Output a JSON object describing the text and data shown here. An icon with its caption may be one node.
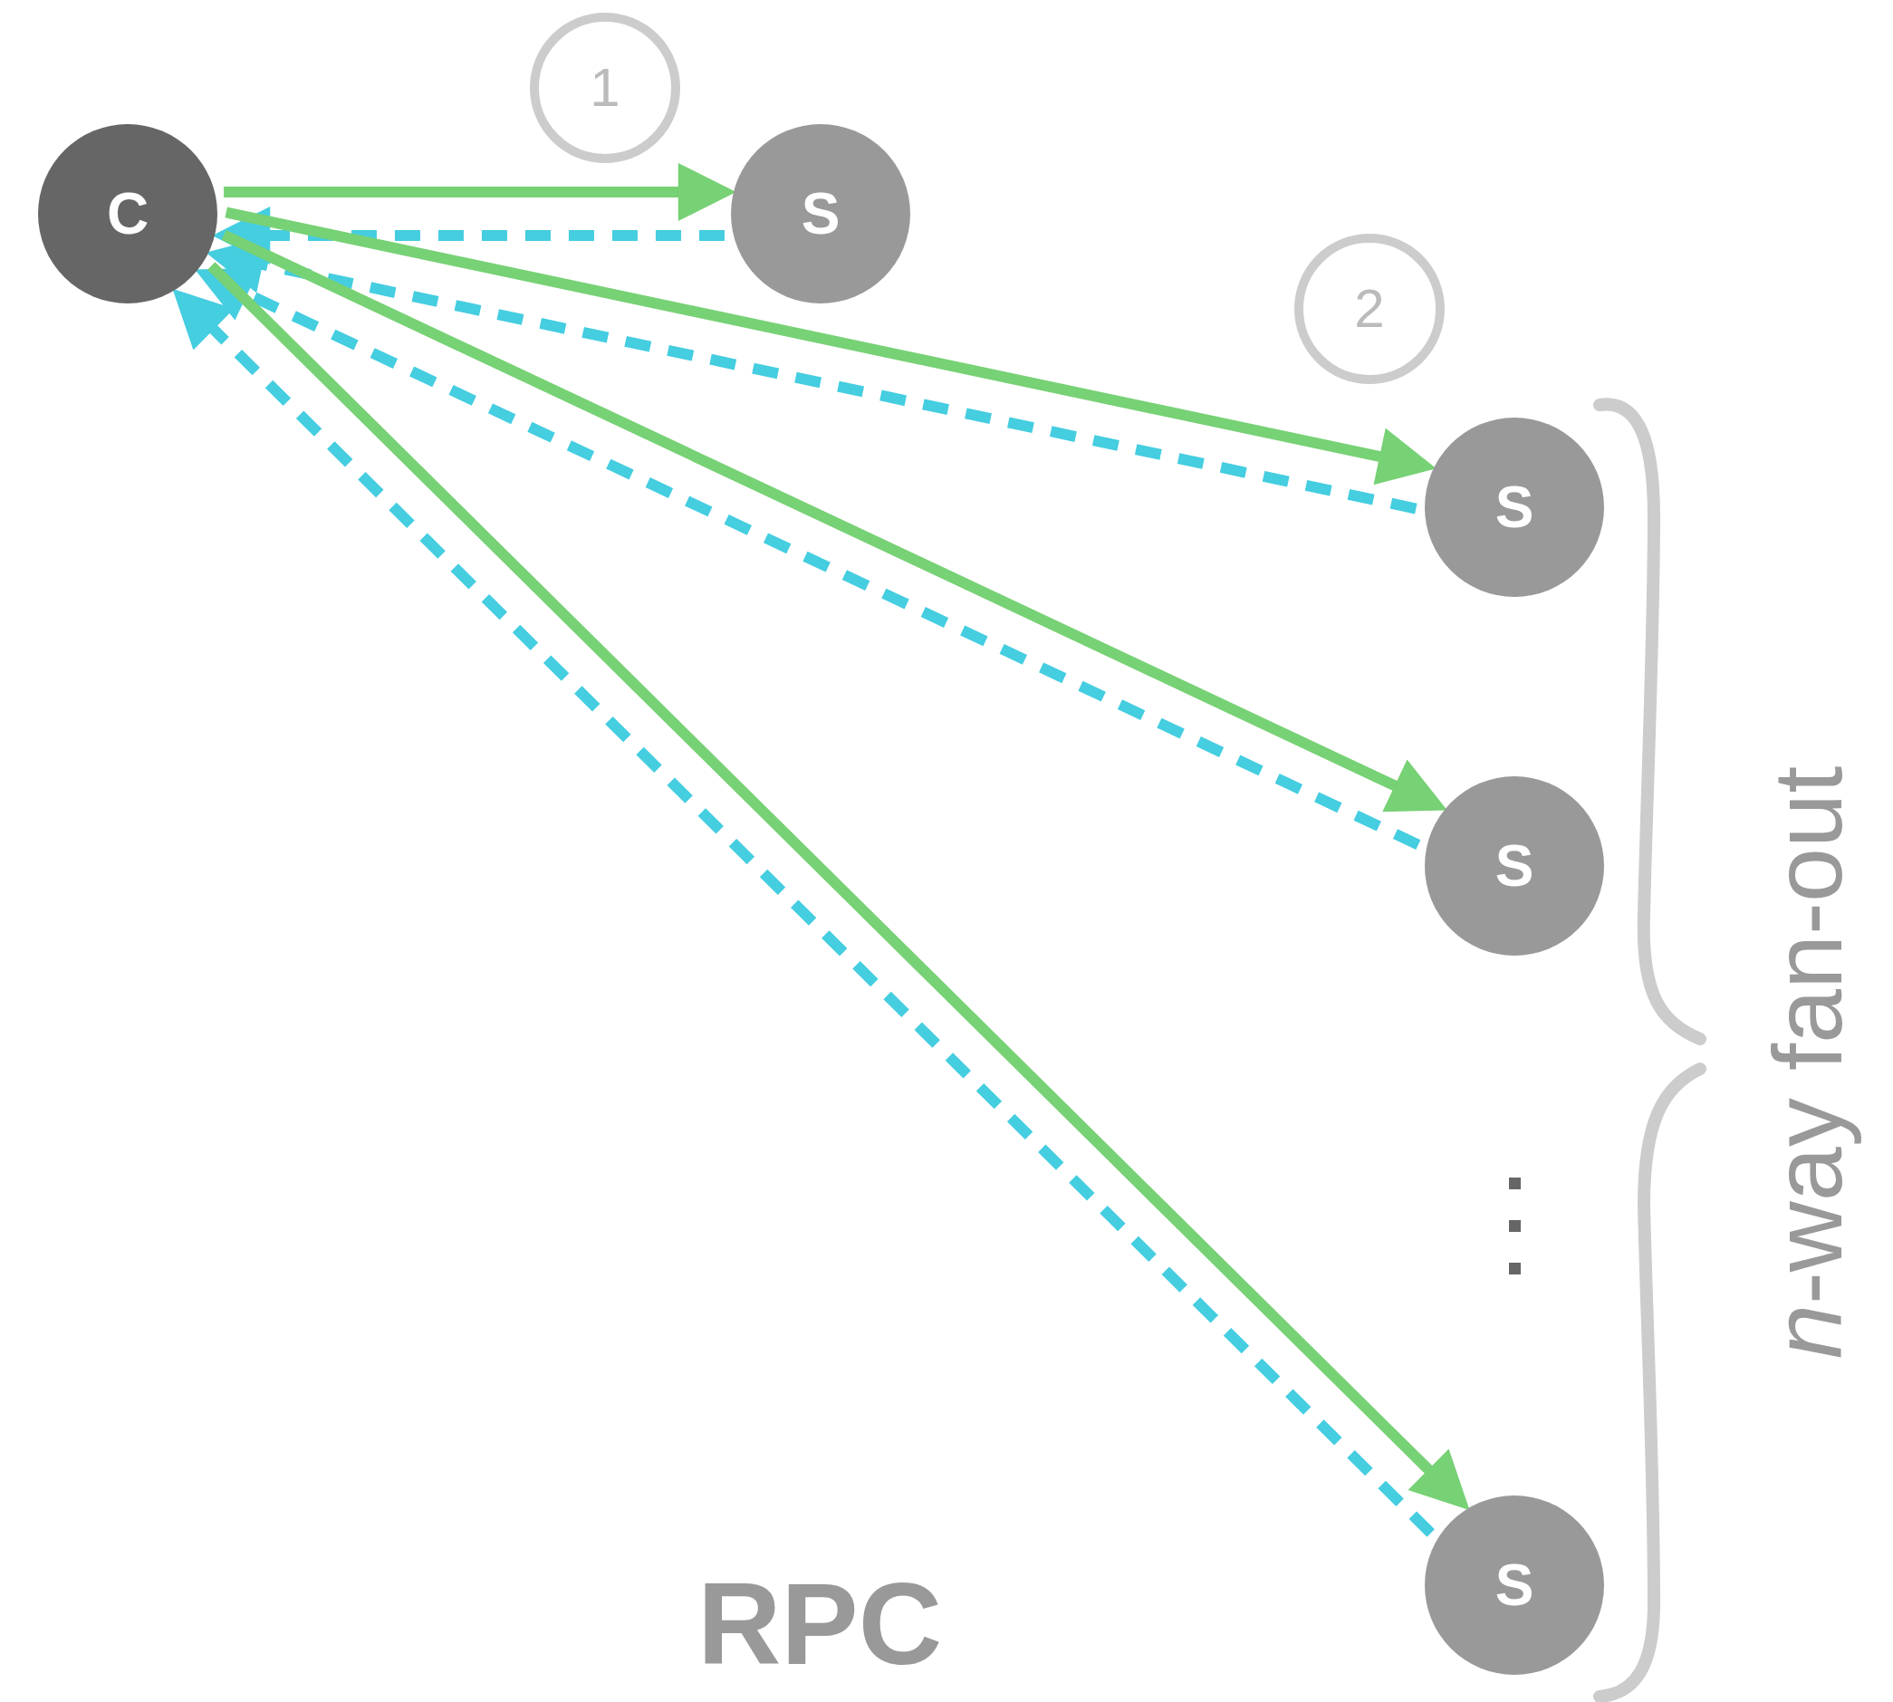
{
  "diagram": {
    "nodes": [
      {
        "text": [
          "C"
        ]
      },
      {
        "text": [
          "S"
        ]
      },
      {
        "text": [
          "S"
        ]
      },
      {
        "text": [
          "S"
        ]
      },
      {
        "text": [
          "S"
        ]
      },
      {
        "text": [
          "1"
        ]
      },
      {
        "text": [
          "2"
        ]
      }
    ],
    "edges": [
      {
        "from": 0,
        "to": 1,
        "arrow": "to"
      },
      {
        "from": 1,
        "to": 0,
        "arrow": "to",
        "style": "dashed",
        "color": "#45cde0"
      },
      {
        "from": 0,
        "to": 2,
        "arrow": "to"
      },
      {
        "from": 2,
        "to": 0,
        "arrow": "to",
        "style": "dashed",
        "color": "#45cde0"
      },
      {
        "from": 0,
        "to": 3,
        "arrow": "to"
      },
      {
        "from": 3,
        "to": 0,
        "arrow": "to",
        "style": "dashed",
        "color": "#45cde0"
      },
      {
        "from": 0,
        "to": 4,
        "arrow": "to"
      },
      {
        "from": 4,
        "to": 0,
        "arrow": "to",
        "style": "dashed",
        "color": "#45cde0"
      }
    ],
    "labels": [
      "RPC",
      "*n*-way fan-out"
    ]
  }
}
